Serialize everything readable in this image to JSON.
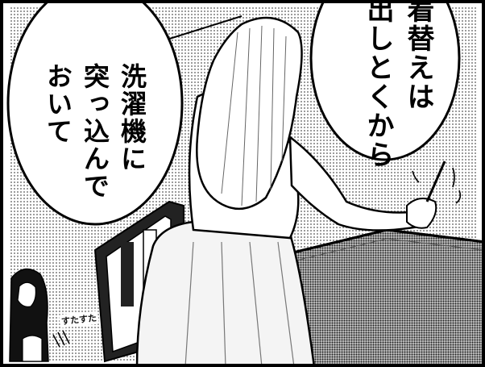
{
  "speech_bubbles": {
    "left": {
      "columns": [
        "洗濯機に",
        "突っ込んで",
        "おいて"
      ]
    },
    "right": {
      "columns": [
        "着替えは",
        "出しとくから"
      ]
    }
  },
  "sound_effect": {
    "text": "すたすた"
  },
  "colors": {
    "ink": "#000000",
    "paper": "#ffffff",
    "screentone": "#9a9a9a"
  }
}
